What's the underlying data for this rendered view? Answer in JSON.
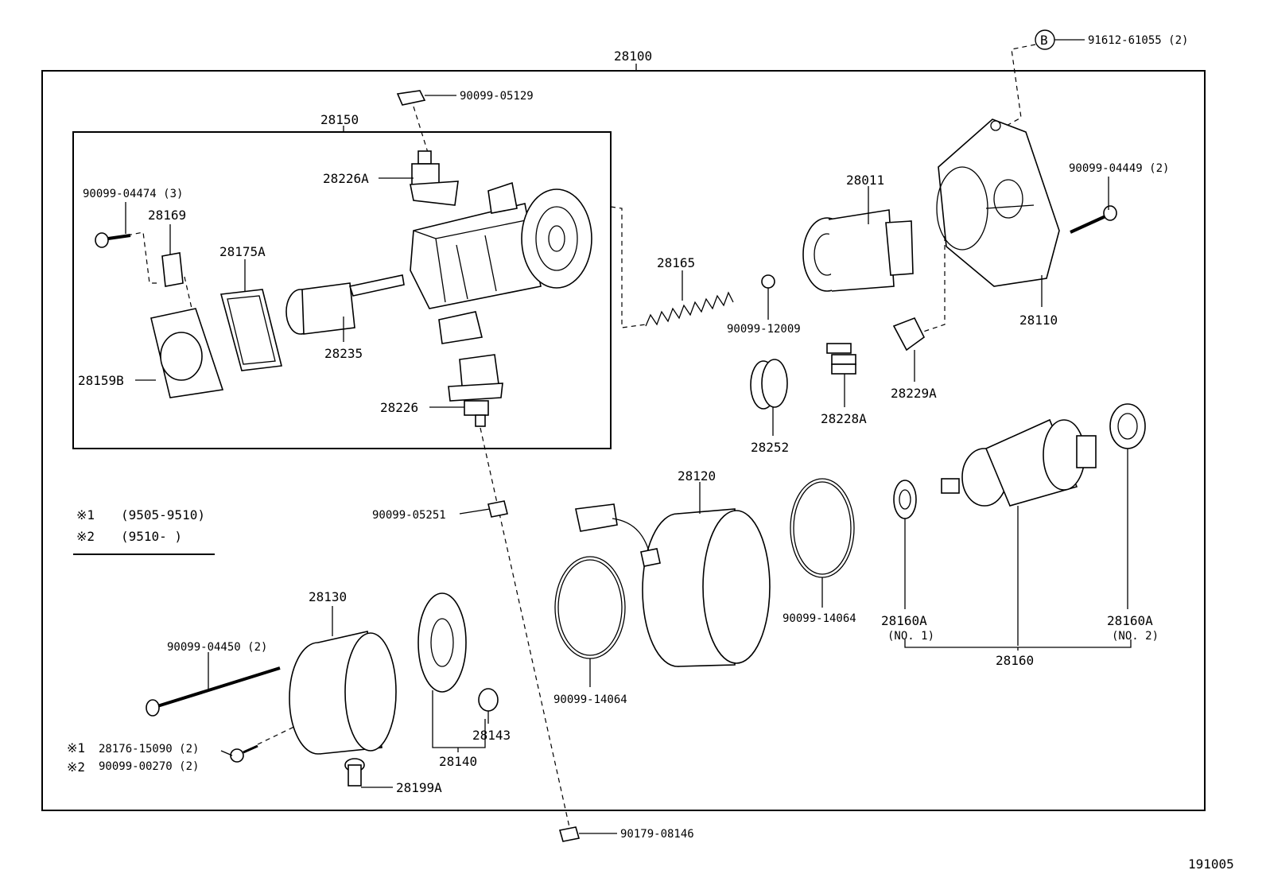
{
  "diagram_code": "191005",
  "assembly": {
    "main": "28100",
    "solenoid_sub": "28150"
  },
  "legend": [
    {
      "mark": "※1",
      "range": "(9505-9510)"
    },
    {
      "mark": "※2",
      "range": "(9510-      )"
    }
  ],
  "ref_b": {
    "circle": "B",
    "part": "91612-61055 (2)"
  },
  "labels": {
    "p90099_05129": "90099-05129",
    "p28226A": "28226A",
    "p90099_04474": "90099-04474 (3)",
    "p28169": "28169",
    "p28175A": "28175A",
    "p28235": "28235",
    "p28159B": "28159B",
    "p28226": "28226",
    "p28165": "28165",
    "p90099_12009": "90099-12009",
    "p28011": "28011",
    "p28110": "28110",
    "p90099_04449": "90099-04449 (2)",
    "p28252": "28252",
    "p28228A": "28228A",
    "p28229A": "28229A",
    "p90099_05251": "90099-05251",
    "p28120": "28120",
    "p90099_14064a": "90099-14064",
    "p90099_14064b": "90099-14064",
    "p28160A_1": "28160A",
    "p28160A_1_sub": "(NO. 1)",
    "p28160A_2": "28160A",
    "p28160A_2_sub": "(NO. 2)",
    "p28160": "28160",
    "p28130": "28130",
    "p90099_04450": "90099-04450 (2)",
    "p28143": "28143",
    "p28140": "28140",
    "p28176_15090": "28176-15090 (2)",
    "p90099_00270": "90099-00270 (2)",
    "p28199A": "28199A",
    "p90179_08146": "90179-08146"
  }
}
